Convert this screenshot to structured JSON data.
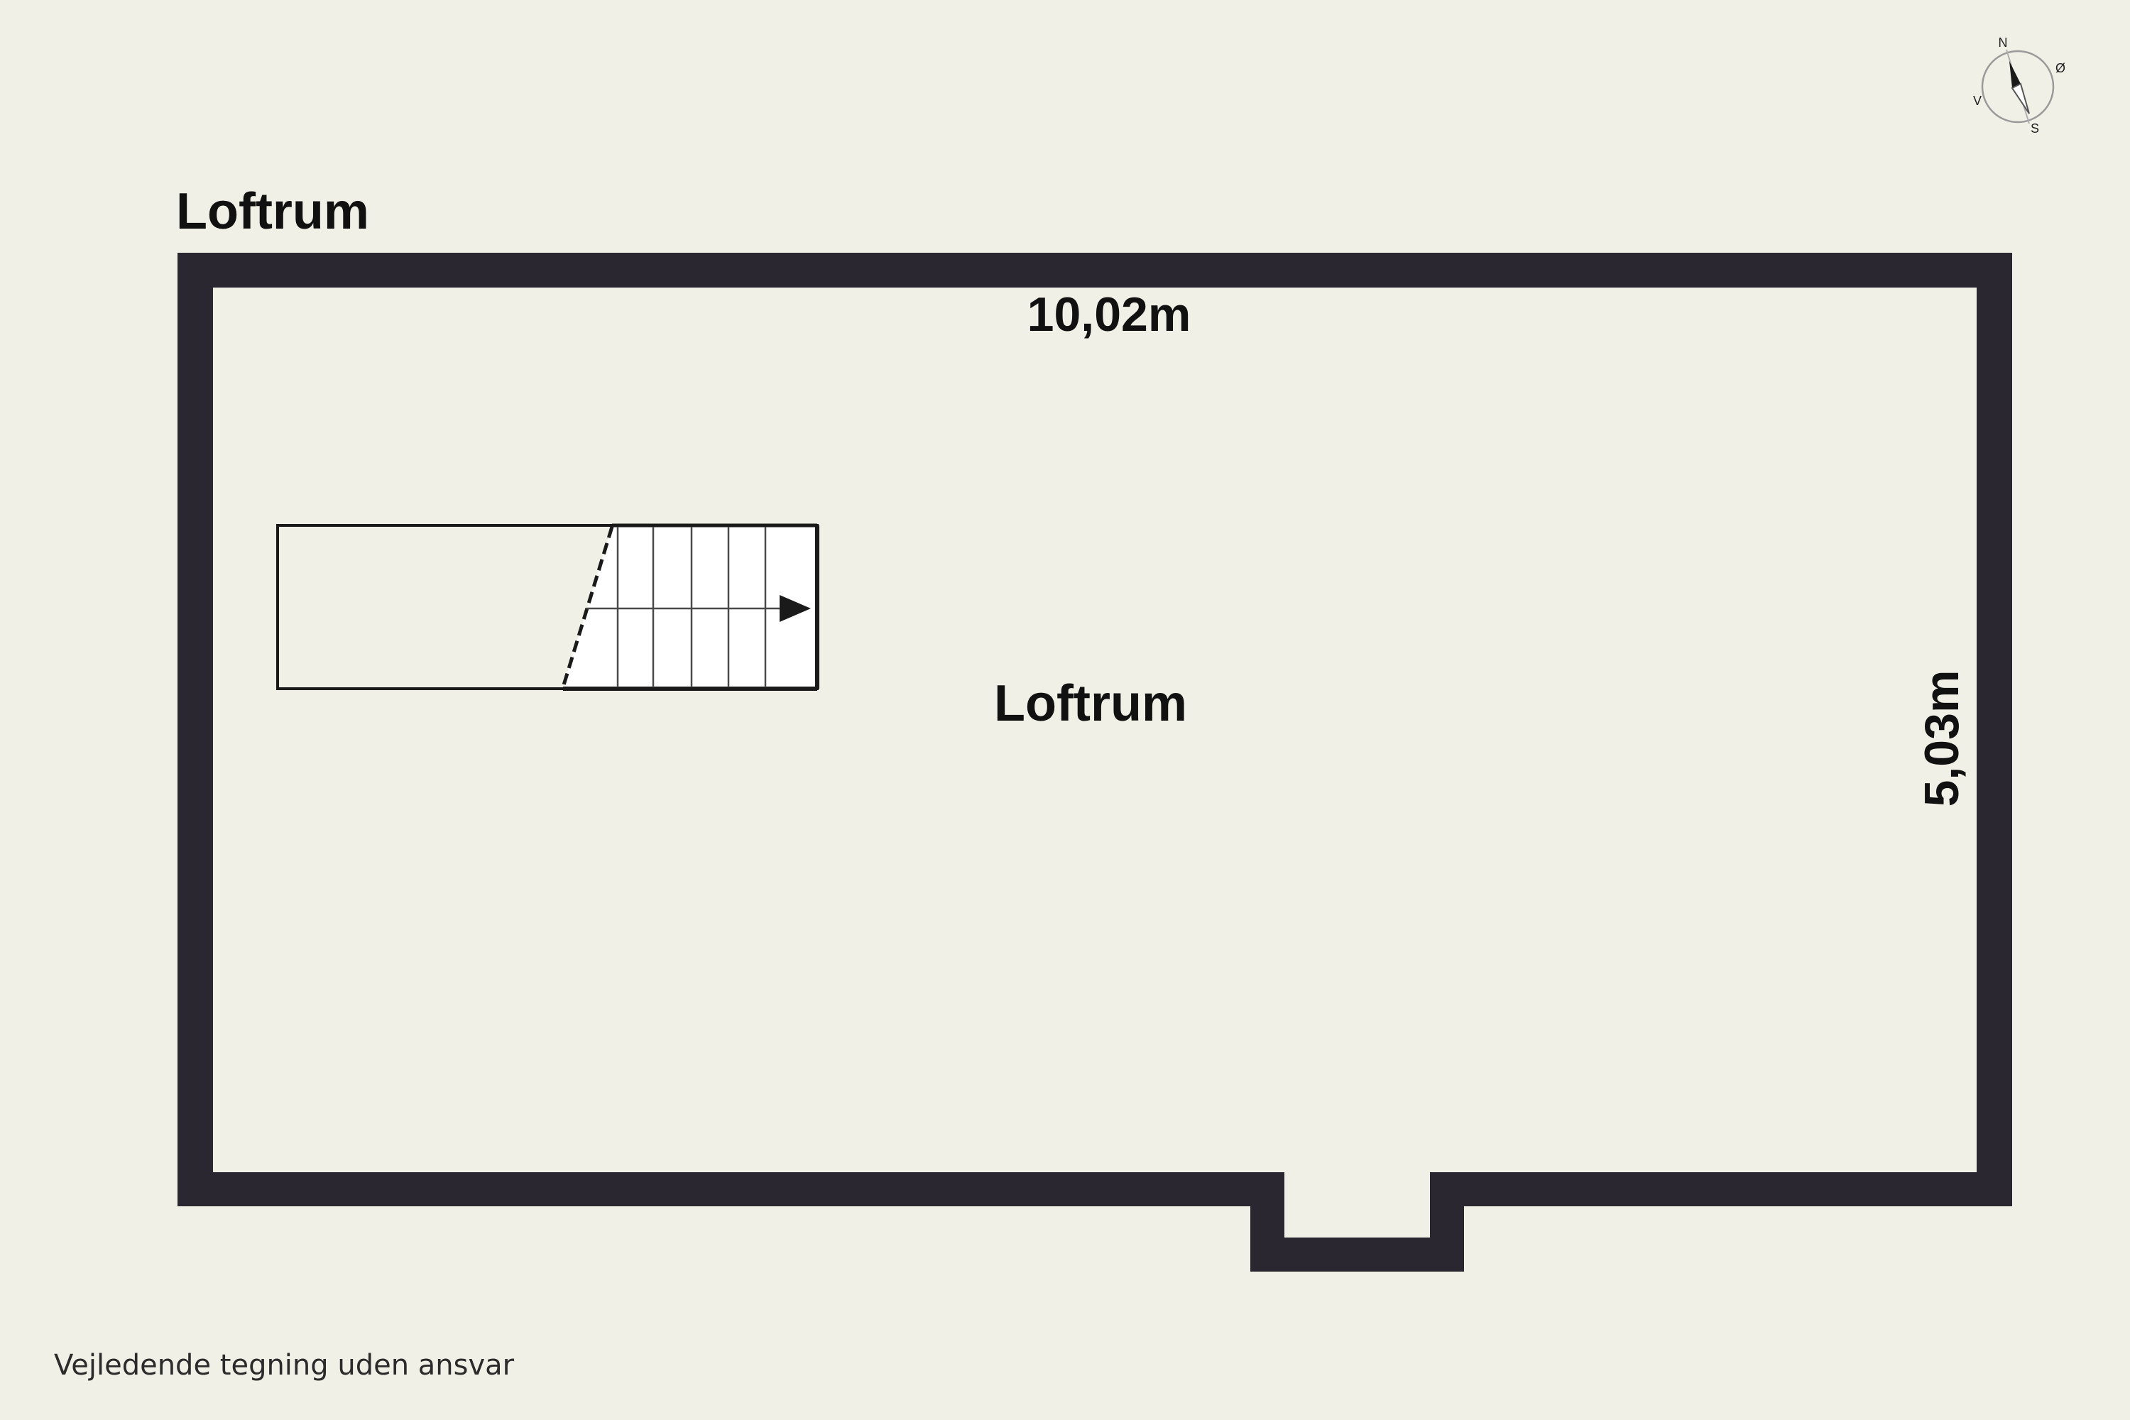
{
  "floor": {
    "title": "Loftrum",
    "room_label": "Loftrum",
    "width_dimension": "10,02m",
    "depth_dimension": "5,03m"
  },
  "compass": {
    "north": "N",
    "east": "Ø",
    "south": "S",
    "west": "V"
  },
  "footer": {
    "disclaimer": "Vejledende tegning uden ansvar"
  },
  "colors": {
    "background": "#f0f0e7",
    "wall": "#2a2730",
    "stair_fill": "#ffffff"
  }
}
